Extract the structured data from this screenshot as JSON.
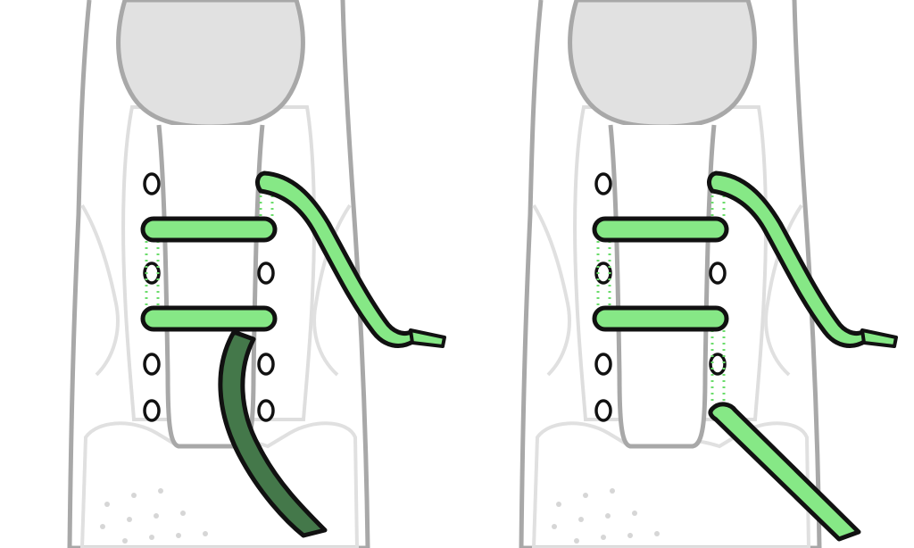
{
  "diagram": {
    "panels": [
      {
        "id": "step-a",
        "lace_color": "#86e886",
        "lace_dark_color": "#44784a",
        "shoe_stroke": "#a8a8a8",
        "shoe_inner_stroke": "#d8d8d8",
        "collar_fill": "#e1e1e1",
        "lace_outline": "#111111",
        "guide_color": "#6bdc6b",
        "end_strand_style": "dark-underside"
      },
      {
        "id": "step-b",
        "lace_color": "#86e886",
        "lace_dark_color": "#86e886",
        "shoe_stroke": "#a8a8a8",
        "shoe_inner_stroke": "#d8d8d8",
        "collar_fill": "#e1e1e1",
        "lace_outline": "#111111",
        "guide_color": "#6bdc6b",
        "end_strand_style": "light-top"
      }
    ]
  }
}
